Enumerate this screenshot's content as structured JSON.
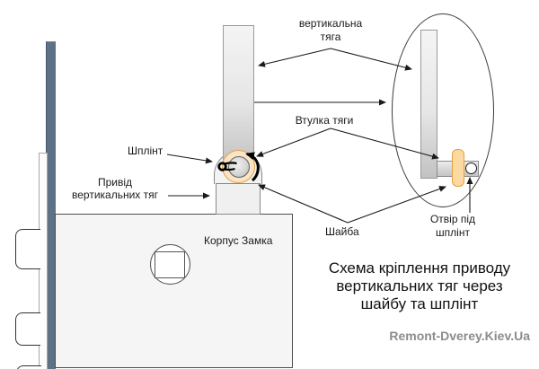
{
  "diagram": {
    "labels": {
      "vertical_rod_line1": "вертикальна",
      "vertical_rod_line2": "тяга",
      "bushing": "Втулка тяги",
      "cotter_pin": "Шплінт",
      "drive_line1": "Привід",
      "drive_line2": "вертикальних тяг",
      "lock_body": "Корпус Замка",
      "washer": "Шайба",
      "hole_line1": "Отвір під",
      "hole_line2": "шплінт"
    },
    "caption": {
      "line1": "Схема кріплення приводу",
      "line2": "вертикальних тяг через",
      "line3": "шайбу та шплінт"
    },
    "watermark": "Remont-Dverey.Kiev.Ua"
  },
  "colors": {
    "door_edge": "#5f7184",
    "panel_fill": "#f5f5f5",
    "rod_light": "#f4f4f4",
    "rod_dark": "#c2c2c2",
    "washer_ring_fill": "#f9e4c6",
    "detail_washer_fill": "#fbd9a0",
    "washer_border": "#e2a23f",
    "watermark": "#8c8c8c"
  }
}
